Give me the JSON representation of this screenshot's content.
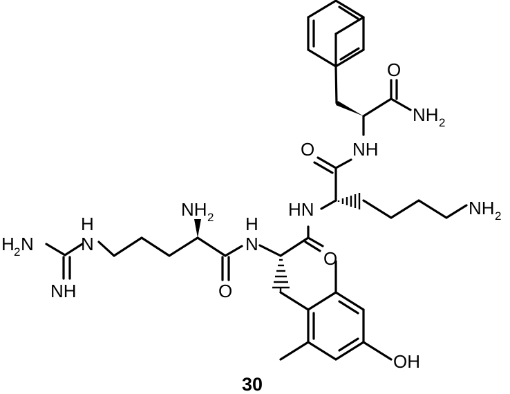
{
  "compound": {
    "number": "30"
  },
  "atom_labels": {
    "guanidine_nh2_left": "H",
    "guanidine_nh2_left_sub": "2",
    "guanidine_nh2_left_n": "N",
    "guanidine_nh": "H",
    "guanidine_nh_n": "N",
    "guanidine_imine": "NH",
    "arg_alpha_nh2": "NH",
    "arg_alpha_nh2_sub": "2",
    "arg_carbonyl_o": "O",
    "amide1_h": "H",
    "amide1_n": "N",
    "dmt_carbonyl_o": "O",
    "amide2_hn": "HN",
    "lys_side_nh2": "NH",
    "lys_side_nh2_sub": "2",
    "lys_carbonyl_o": "O",
    "amide3_nh": "NH",
    "phe_carbonyl_o": "O",
    "phe_amide_nh2": "NH",
    "phe_amide_nh2_sub": "2",
    "phenol_oh": "OH"
  }
}
